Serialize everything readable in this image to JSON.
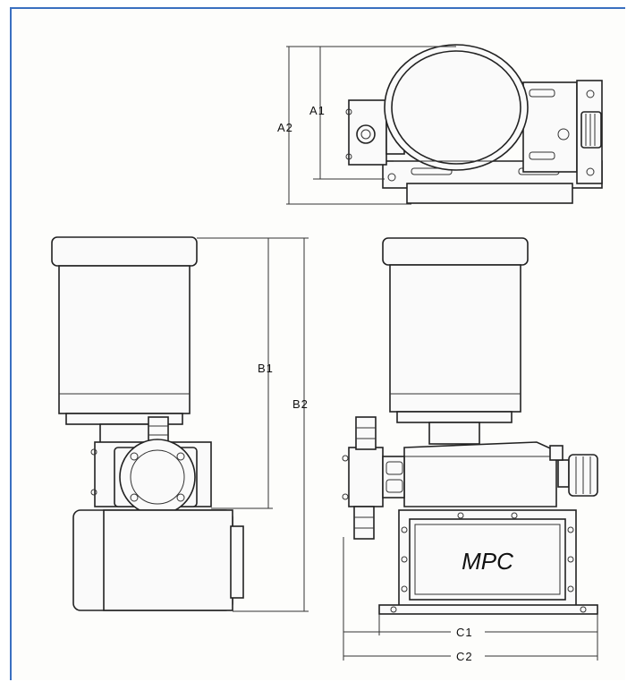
{
  "dimensions": {
    "a1": "A1",
    "a2": "A2",
    "b1": "B1",
    "b2": "B2",
    "c1": "C1",
    "c2": "C2"
  },
  "nameplate": {
    "brand": "MPC"
  },
  "colors": {
    "frame_border": "#3a6fc0",
    "line": "#222222"
  }
}
